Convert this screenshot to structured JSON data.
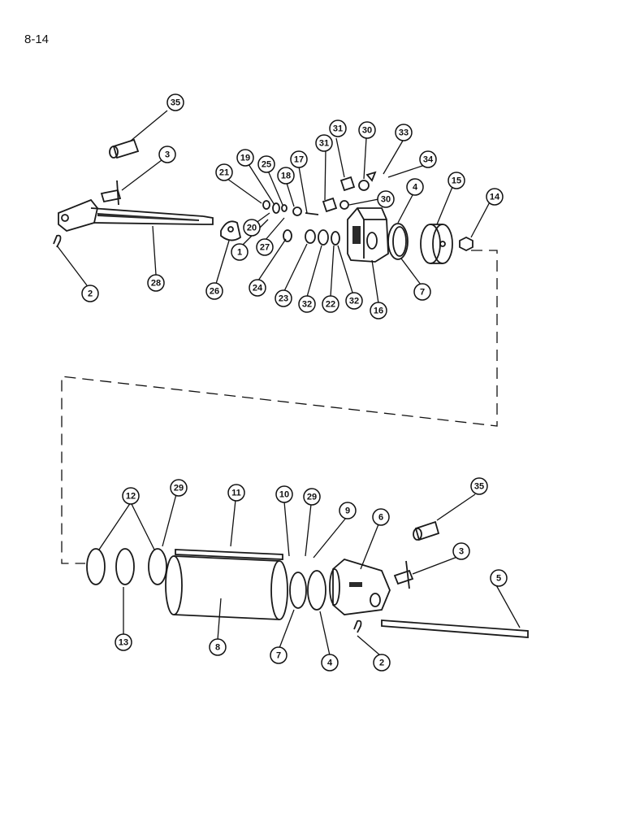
{
  "page": {
    "number": "8-14"
  },
  "callouts": [
    {
      "id": "c35a",
      "label": "35"
    },
    {
      "id": "c3a",
      "label": "3"
    },
    {
      "id": "c2a",
      "label": "2"
    },
    {
      "id": "c28",
      "label": "28"
    },
    {
      "id": "c21",
      "label": "21"
    },
    {
      "id": "c19",
      "label": "19"
    },
    {
      "id": "c25",
      "label": "25"
    },
    {
      "id": "c18",
      "label": "18"
    },
    {
      "id": "c17",
      "label": "17"
    },
    {
      "id": "c20",
      "label": "20"
    },
    {
      "id": "c1",
      "label": "1"
    },
    {
      "id": "c27",
      "label": "27"
    },
    {
      "id": "c26",
      "label": "26"
    },
    {
      "id": "c24",
      "label": "24"
    },
    {
      "id": "c23",
      "label": "23"
    },
    {
      "id": "c32a",
      "label": "32"
    },
    {
      "id": "c22",
      "label": "22"
    },
    {
      "id": "c32b",
      "label": "32"
    },
    {
      "id": "c31a",
      "label": "31"
    },
    {
      "id": "c30a",
      "label": "30"
    },
    {
      "id": "c31b",
      "label": "31"
    },
    {
      "id": "c30b",
      "label": "30"
    },
    {
      "id": "c33",
      "label": "33"
    },
    {
      "id": "c34",
      "label": "34"
    },
    {
      "id": "c4a",
      "label": "4"
    },
    {
      "id": "c15",
      "label": "15"
    },
    {
      "id": "c14",
      "label": "14"
    },
    {
      "id": "c16",
      "label": "16"
    },
    {
      "id": "c7a",
      "label": "7"
    },
    {
      "id": "c12",
      "label": "12"
    },
    {
      "id": "c29a",
      "label": "29"
    },
    {
      "id": "c11",
      "label": "11"
    },
    {
      "id": "c10",
      "label": "10"
    },
    {
      "id": "c29b",
      "label": "29"
    },
    {
      "id": "c9",
      "label": "9"
    },
    {
      "id": "c6",
      "label": "6"
    },
    {
      "id": "c35b",
      "label": "35"
    },
    {
      "id": "c3b",
      "label": "3"
    },
    {
      "id": "c5",
      "label": "5"
    },
    {
      "id": "c13",
      "label": "13"
    },
    {
      "id": "c8",
      "label": "8"
    },
    {
      "id": "c7b",
      "label": "7"
    },
    {
      "id": "c4b",
      "label": "4"
    },
    {
      "id": "c2b",
      "label": "2"
    }
  ]
}
